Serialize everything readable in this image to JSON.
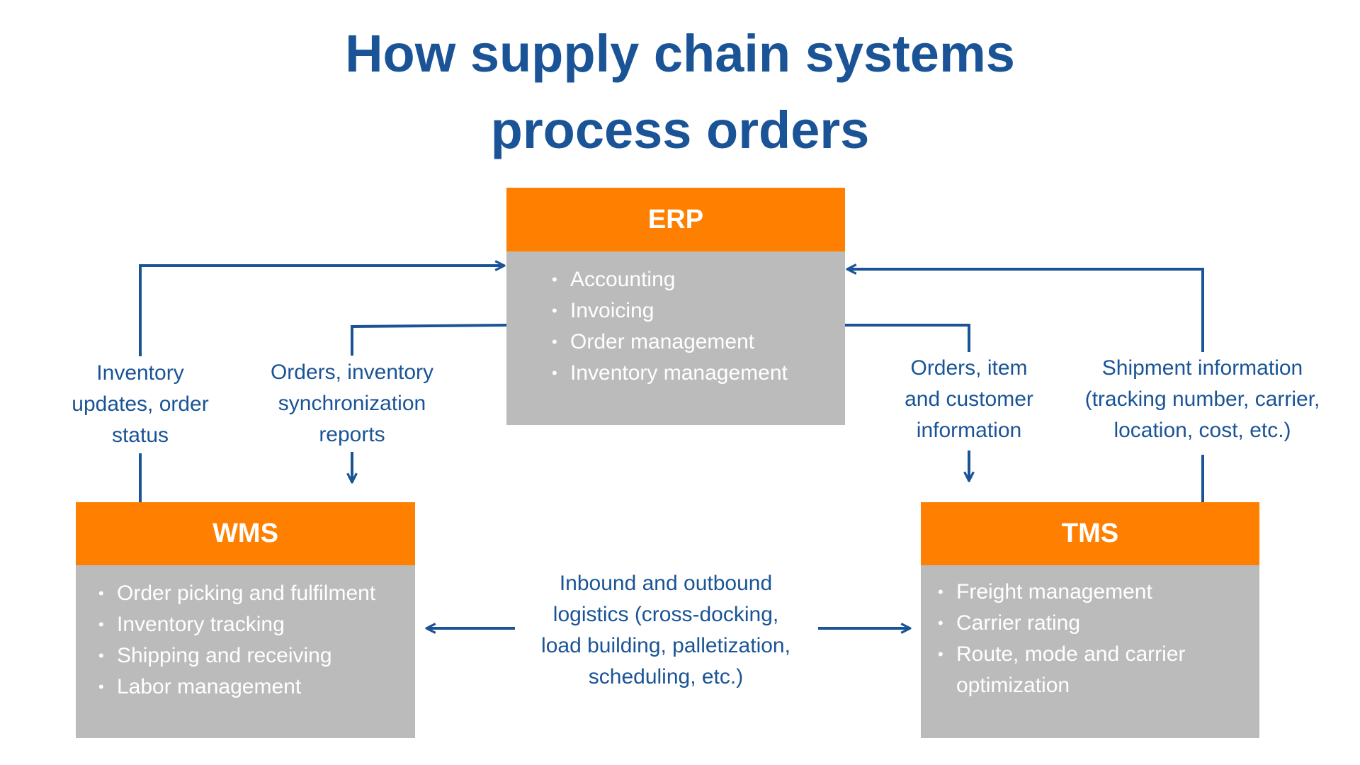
{
  "title": {
    "line1": "How supply chain systems",
    "line2": "process orders"
  },
  "colors": {
    "title": "#1A5496",
    "header_orange": "#FF8000",
    "body_gray": "#BBBBBB",
    "connector_blue": "#1A5496"
  },
  "systems": {
    "erp": {
      "name": "ERP",
      "functions": [
        "Accounting",
        "Invoicing",
        "Order management",
        "Inventory management"
      ]
    },
    "wms": {
      "name": "WMS",
      "functions": [
        "Order picking and fulfilment",
        "Inventory tracking",
        "Shipping and receiving",
        "Labor management"
      ]
    },
    "tms": {
      "name": "TMS",
      "functions": [
        "Freight management",
        "Carrier rating",
        "Route, mode and carrier optimization"
      ]
    }
  },
  "flows": {
    "wms_to_erp": {
      "from": "WMS",
      "to": "ERP",
      "lines": [
        "Inventory",
        "updates, order",
        "status"
      ]
    },
    "erp_to_wms": {
      "from": "ERP",
      "to": "WMS",
      "lines": [
        "Orders, inventory",
        "synchronization",
        "reports"
      ]
    },
    "erp_to_tms": {
      "from": "ERP",
      "to": "TMS",
      "lines": [
        "Orders, item",
        "and customer",
        "information"
      ]
    },
    "tms_to_erp": {
      "from": "TMS",
      "to": "ERP",
      "lines": [
        "Shipment information",
        "(tracking number, carrier,",
        "location, cost, etc.)"
      ]
    },
    "wms_tms": {
      "from": "center",
      "to": "WMS and TMS",
      "lines": [
        "Inbound and outbound",
        "logistics (cross-docking,",
        "load building, palletization,",
        "scheduling, etc.)"
      ]
    }
  }
}
